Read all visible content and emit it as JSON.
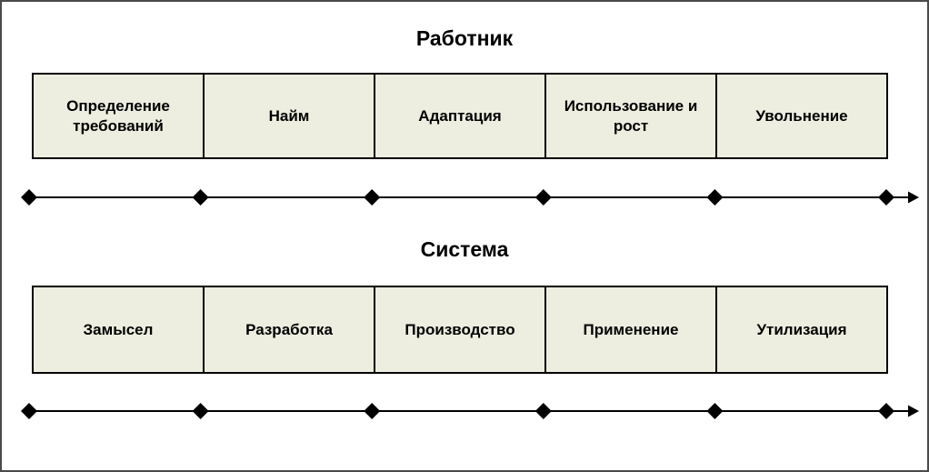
{
  "diagram": {
    "sections": [
      {
        "title": "Работник",
        "stages": [
          "Определение требований",
          "Найм",
          "Адаптация",
          "Использование и рост",
          "Увольнение"
        ]
      },
      {
        "title": "Система",
        "stages": [
          "Замысел",
          "Разработка",
          "Производство",
          "Применение",
          "Утилизация"
        ]
      }
    ],
    "colors": {
      "box_fill": "#edeee0",
      "box_border": "#000000",
      "frame_border": "#4a4a4a",
      "timeline": "#000000"
    }
  }
}
